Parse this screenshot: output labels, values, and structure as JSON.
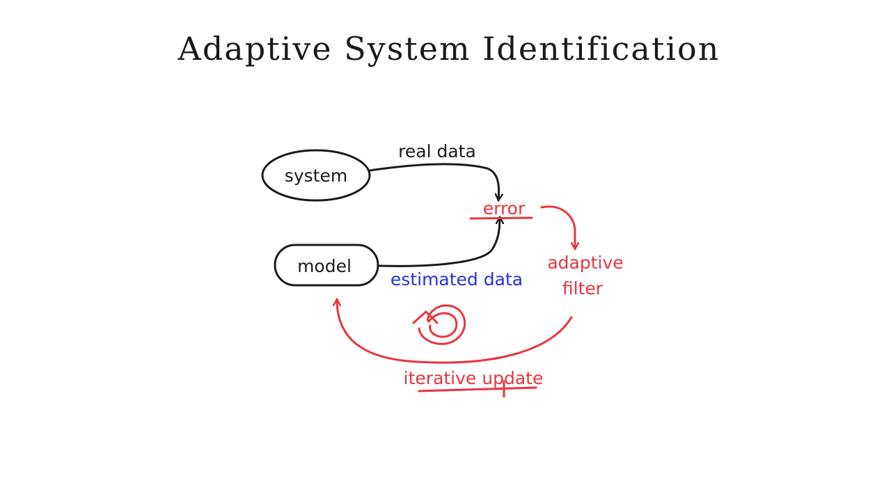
{
  "title": "Adaptive System Identification",
  "nodes": {
    "system": "system",
    "model": "model"
  },
  "labels": {
    "real_data": "real data",
    "error": "error",
    "estimated_data": "estimated data",
    "adaptive": "adaptive",
    "filter": "filter",
    "iterative_update": "iterative update"
  },
  "colors": {
    "ink": "#1a1a1a",
    "red": "#e8343c",
    "blue": "#2b2ee0",
    "background": "#ffffff"
  },
  "icons": {
    "loop": "circular-arrow-icon"
  }
}
